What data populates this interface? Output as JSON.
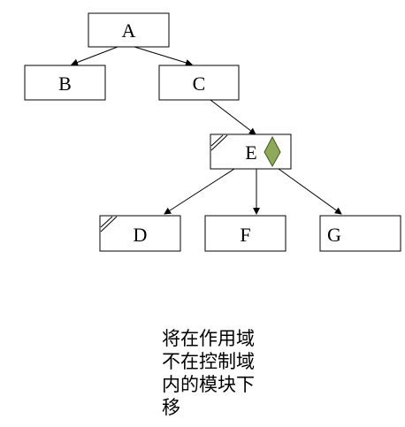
{
  "nodes": {
    "a": {
      "label": "A"
    },
    "b": {
      "label": "B"
    },
    "c": {
      "label": "C"
    },
    "e": {
      "label": "E"
    },
    "d": {
      "label": "D"
    },
    "f": {
      "label": "F"
    },
    "g": {
      "label": "G"
    }
  },
  "edges": [
    {
      "from": "A",
      "to": "B"
    },
    {
      "from": "A",
      "to": "C"
    },
    {
      "from": "C",
      "to": "E"
    },
    {
      "from": "E",
      "to": "D"
    },
    {
      "from": "E",
      "to": "F"
    },
    {
      "from": "E",
      "to": "G"
    }
  ],
  "colors": {
    "diamond_fill": "#8fa85a",
    "diamond_stroke": "#3f5a1e"
  },
  "caption": {
    "lines": [
      "将在作用域",
      "不在控制域",
      "内的模块下",
      "移"
    ]
  }
}
